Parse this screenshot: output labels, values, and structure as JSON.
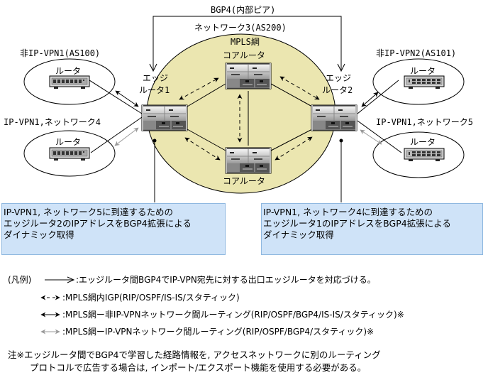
{
  "diagram": {
    "bgp4_label": "BGP4(内部ピア)",
    "mpls_network_label": "ネットワーク3(AS200)",
    "mpls_label": "MPLS網",
    "core_router_top_label": "コアルータ",
    "core_router_bottom_label": "コアルータ",
    "edge_router1_label_line1": "エッジ",
    "edge_router1_label_line2": "ルータ1",
    "edge_router2_label_line1": "エッジ",
    "edge_router2_label_line2": "ルータ2",
    "sites": [
      {
        "id": "non-ipvpn1",
        "title": "非IP-VPN1(AS100)",
        "router_label": "ルータ"
      },
      {
        "id": "ipvpn1-net4",
        "title": "IP-VPN1,ネットワーク4",
        "router_label": "ルータ"
      },
      {
        "id": "non-ipvpn2",
        "title": "非IP-VPN2(AS101)",
        "router_label": "ルータ"
      },
      {
        "id": "ipvpn1-net5",
        "title": "IP-VPN1,ネットワーク5",
        "router_label": "ルータ"
      }
    ],
    "callouts": [
      {
        "lines": [
          "IP-VPN1, ネットワーク5に到達するための",
          "エッジルータ2のIPアドレスをBGP4拡張による",
          "ダイナミック取得"
        ]
      },
      {
        "lines": [
          "IP-VPN1, ネットワーク4に到達するための",
          "エッジルータ1のIPアドレスをBGP4拡張による",
          "ダイナミック取得"
        ]
      }
    ],
    "colors": {
      "mpls_cloud": "#ebe6b0",
      "callout_bg": "#cfe3f8",
      "callout_border": "#8fb8e0",
      "gray_arrow": "#999999"
    }
  },
  "legend": {
    "title": "(凡例)",
    "items": [
      {
        "icon": "solid-open-arrow",
        "text": ":エッジルータ間BGP4でIP-VPN宛先に対する出口エッジルータを対応づける。"
      },
      {
        "icon": "dashed-double-arrow",
        "text": ":MPLS網内IGP(RIP/OSPF/IS-IS/スタティック)"
      },
      {
        "icon": "black-double-arrow",
        "text": ":MPLS網ー非IP-VPNネットワーク間ルーティング(RIP/OSPF/BGP4/IS-IS/スタティック)※"
      },
      {
        "icon": "gray-double-arrow",
        "text": ":MPLS網ーIP-VPNネットワーク間ルーティング(RIP/OSPF/BGP4/スタティック)※"
      }
    ]
  },
  "note": {
    "line1": "注※エッジルータ間でBGP4で学習した経路情報を, アクセスネットワークに別のルーティング",
    "line2": "プロトコルで広告する場合は, インポート/エクスポート機能を使用する必要がある。"
  }
}
